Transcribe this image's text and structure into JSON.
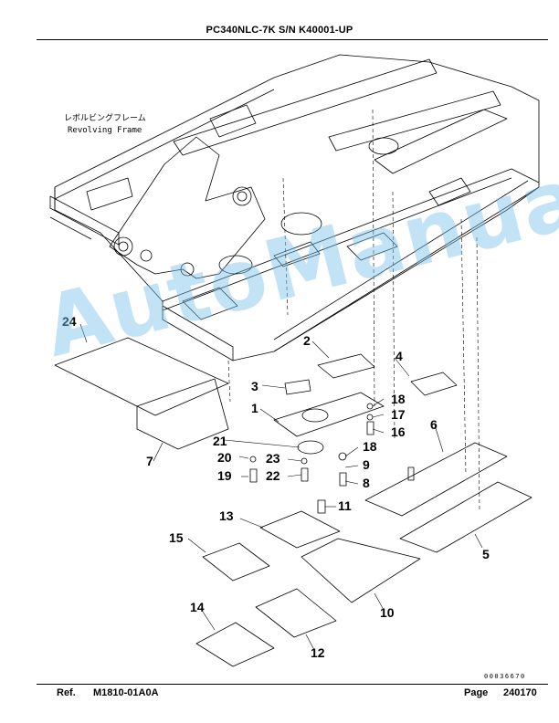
{
  "header": {
    "title": "PC340NLC-7K S/N K40001-UP"
  },
  "drawing": {
    "label_jp": "レボルビングフレーム",
    "label_en": "Revolving Frame",
    "callouts": [
      {
        "id": "c24",
        "text": "24"
      },
      {
        "id": "c2",
        "text": "2"
      },
      {
        "id": "c4",
        "text": "4"
      },
      {
        "id": "c3",
        "text": "3"
      },
      {
        "id": "c1",
        "text": "1"
      },
      {
        "id": "c18a",
        "text": "18"
      },
      {
        "id": "c17",
        "text": "17"
      },
      {
        "id": "c16",
        "text": "16"
      },
      {
        "id": "c6",
        "text": "6"
      },
      {
        "id": "c7",
        "text": "7"
      },
      {
        "id": "c21",
        "text": "21"
      },
      {
        "id": "c18b",
        "text": "18"
      },
      {
        "id": "c20",
        "text": "20"
      },
      {
        "id": "c23",
        "text": "23"
      },
      {
        "id": "c9",
        "text": "9"
      },
      {
        "id": "c19",
        "text": "19"
      },
      {
        "id": "c22",
        "text": "22"
      },
      {
        "id": "c8",
        "text": "8"
      },
      {
        "id": "c11",
        "text": "11"
      },
      {
        "id": "c13",
        "text": "13"
      },
      {
        "id": "c15",
        "text": "15"
      },
      {
        "id": "c5",
        "text": "5"
      },
      {
        "id": "c10",
        "text": "10"
      },
      {
        "id": "c14",
        "text": "14"
      },
      {
        "id": "c12",
        "text": "12"
      }
    ],
    "drawing_number": "00036670"
  },
  "watermark": {
    "text": "AutoManual"
  },
  "footer": {
    "ref_label": "Ref.",
    "ref_value": "M1810-01A0A",
    "page_label": "Page",
    "page_value": "240170"
  }
}
